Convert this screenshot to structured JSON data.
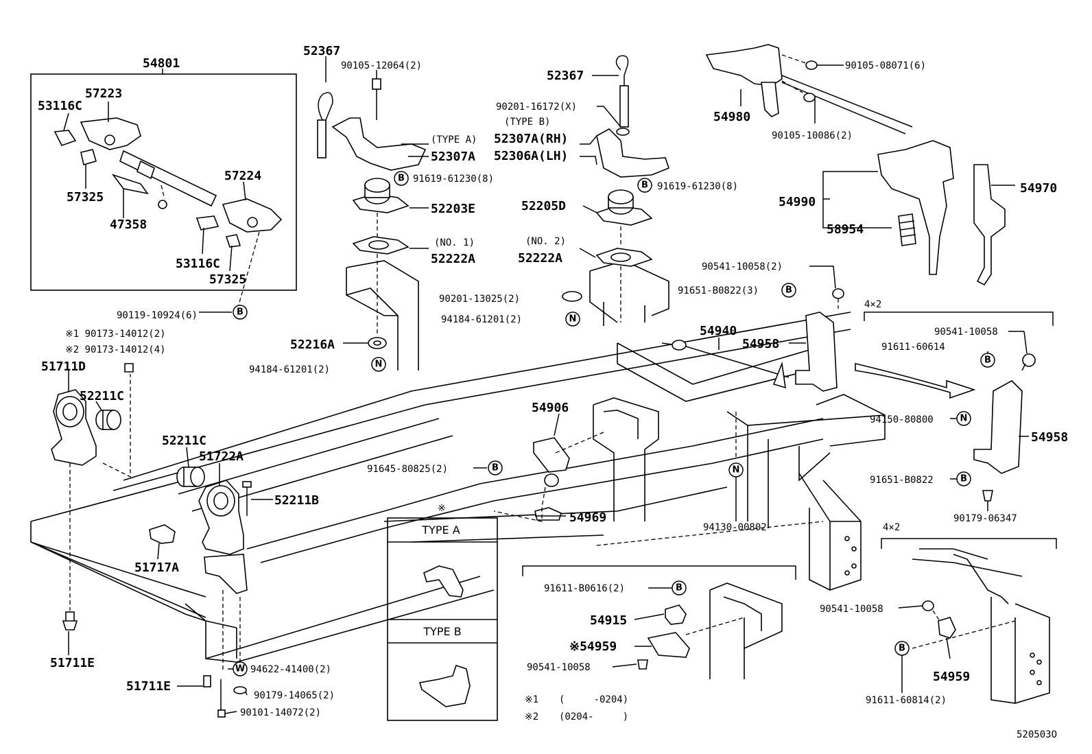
{
  "diagram_id": "520503O",
  "notes": {
    "star": "※",
    "n1_mark": "※1",
    "n1_range": "(     -0204)",
    "n2_mark": "※2",
    "n2_range": "(0204-     )",
    "four_by_two": "4×2"
  },
  "types": {
    "type_a": "TYPE A",
    "type_b": "TYPE B"
  },
  "symbols": {
    "b": "B",
    "n": "N",
    "w": "W"
  },
  "labels": {
    "p54801": "54801",
    "p57223": "57223",
    "p53116c_a": "53116C",
    "p57325_a": "57325",
    "p47358": "47358",
    "p57224": "57224",
    "p53116c_b": "53116C",
    "p57325_b": "57325",
    "f90119": "90119-10924(6)",
    "n1_90173": "※1 90173-14012(2)",
    "n2_90173": "※2 90173-14012(4)",
    "p51711d": "51711D",
    "p52211c_a": "52211C",
    "p52211c_b": "52211C",
    "p51722a": "51722A",
    "p52211b": "52211B",
    "p51717a": "51717A",
    "p51711e_a": "51711E",
    "p51711e_b": "51711E",
    "f94622": "94622-41400(2)",
    "f90179_14065": "90179-14065(2)",
    "f90101": "90101-14072(2)",
    "p52367_a": "52367",
    "f90105_12064": "90105-12064(2)",
    "type_a_tag": "(TYPE A)",
    "p52307a": "52307A",
    "f91619_a": "91619-61230(8)",
    "p52203e": "52203E",
    "no1": "(NO. 1)",
    "p52222a_a": "52222A",
    "f90201_13025": "90201-13025(2)",
    "f94184_a": "94184-61201(2)",
    "p52216a": "52216A",
    "f94184_b": "94184-61201(2)",
    "p52367_b": "52367",
    "f90201_16172": "90201-16172(X)",
    "type_b_tag": "(TYPE B)",
    "p52307a_rh": "52307A(RH)",
    "p52306a_lh": "52306A(LH)",
    "f91619_b": "91619-61230(8)",
    "p52205d": "52205D",
    "no2": "(NO. 2)",
    "p52222a_b": "52222A",
    "f90105_08071": "90105-08071(6)",
    "p54980": "54980",
    "f90105_10086": "90105-10086(2)",
    "p54990": "54990",
    "p58954": "58954",
    "p54970": "54970",
    "f90541_10058_2": "90541-10058(2)",
    "f91651_b0822_3": "91651-B0822(3)",
    "p54940": "54940",
    "p54958_a": "54958",
    "p54906": "54906",
    "f91645": "91645-80825(2)",
    "p54969": "54969",
    "f94130": "94130-00802",
    "f90541_10058_a": "90541-10058",
    "f91611_60614": "91611-60614",
    "f94150": "94150-80800",
    "p54958_b": "54958",
    "f91651_b0822": "91651-B0822",
    "f90179_06347": "90179-06347",
    "f91611_b0616": "91611-B0616(2)",
    "p54915": "54915",
    "p54959_star": "※54959",
    "f90541_10058_b": "90541-10058",
    "f90541_10058_c": "90541-10058",
    "p54959": "54959",
    "f91611_60814": "91611-60814(2)"
  }
}
